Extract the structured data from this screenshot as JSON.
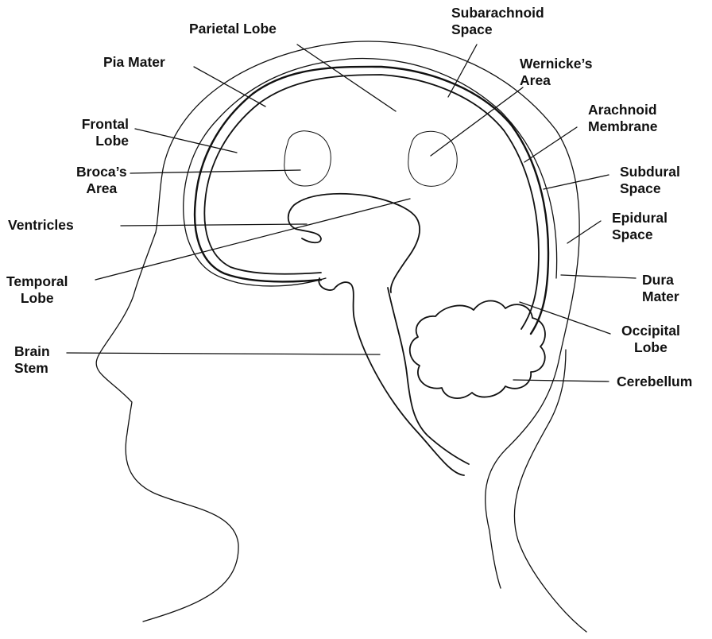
{
  "labels": {
    "parietal_lobe": "Parietal Lobe",
    "subarachnoid_space": [
      "Subarachnoid",
      "Space"
    ],
    "pia_mater": "Pia Mater",
    "wernickes_area": [
      "Wernicke’s",
      "Area"
    ],
    "frontal_lobe": [
      "Frontal",
      "Lobe"
    ],
    "arachnoid_membrane": [
      "Arachnoid",
      "Membrane"
    ],
    "brocas_area": [
      "Broca’s",
      "Area"
    ],
    "subdural_space": [
      "Subdural",
      "Space"
    ],
    "ventricles": "Ventricles",
    "epidural_space": [
      "Epidural",
      "Space"
    ],
    "temporal_lobe": [
      "Temporal",
      "Lobe"
    ],
    "dura_mater": [
      "Dura",
      "Mater"
    ],
    "occipital_lobe": [
      "Occipital",
      "Lobe"
    ],
    "brain_stem": [
      "Brain",
      "Stem"
    ],
    "cerebellum": "Cerebellum"
  },
  "colors": {
    "stroke": "#111111",
    "area_shading": "#9a9a9a"
  }
}
